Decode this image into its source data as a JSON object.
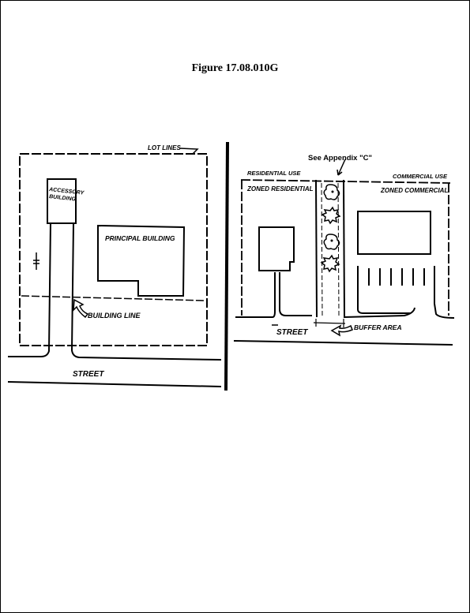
{
  "figure": {
    "title": "Figure 17.08.010G"
  },
  "left_panel": {
    "lot_lines": "LOT LINES",
    "accessory_building_line1": "ACCESSORY",
    "accessory_building_line2": "BUILDING",
    "principal_building": "PRINCIPAL BUILDING",
    "building_line": "BUILDING LINE",
    "street": "STREET"
  },
  "right_panel": {
    "see_appendix": "See Appendix \"C\"",
    "residential_use": "RESIDENTIAL USE",
    "commercial_use": "COMMERCIAL USE",
    "zoned_residential": "ZONED RESIDENTIAL",
    "zoned_commercial": "ZONED COMMERCIAL",
    "street": "STREET",
    "buffer_area": "BUFFER AREA"
  }
}
